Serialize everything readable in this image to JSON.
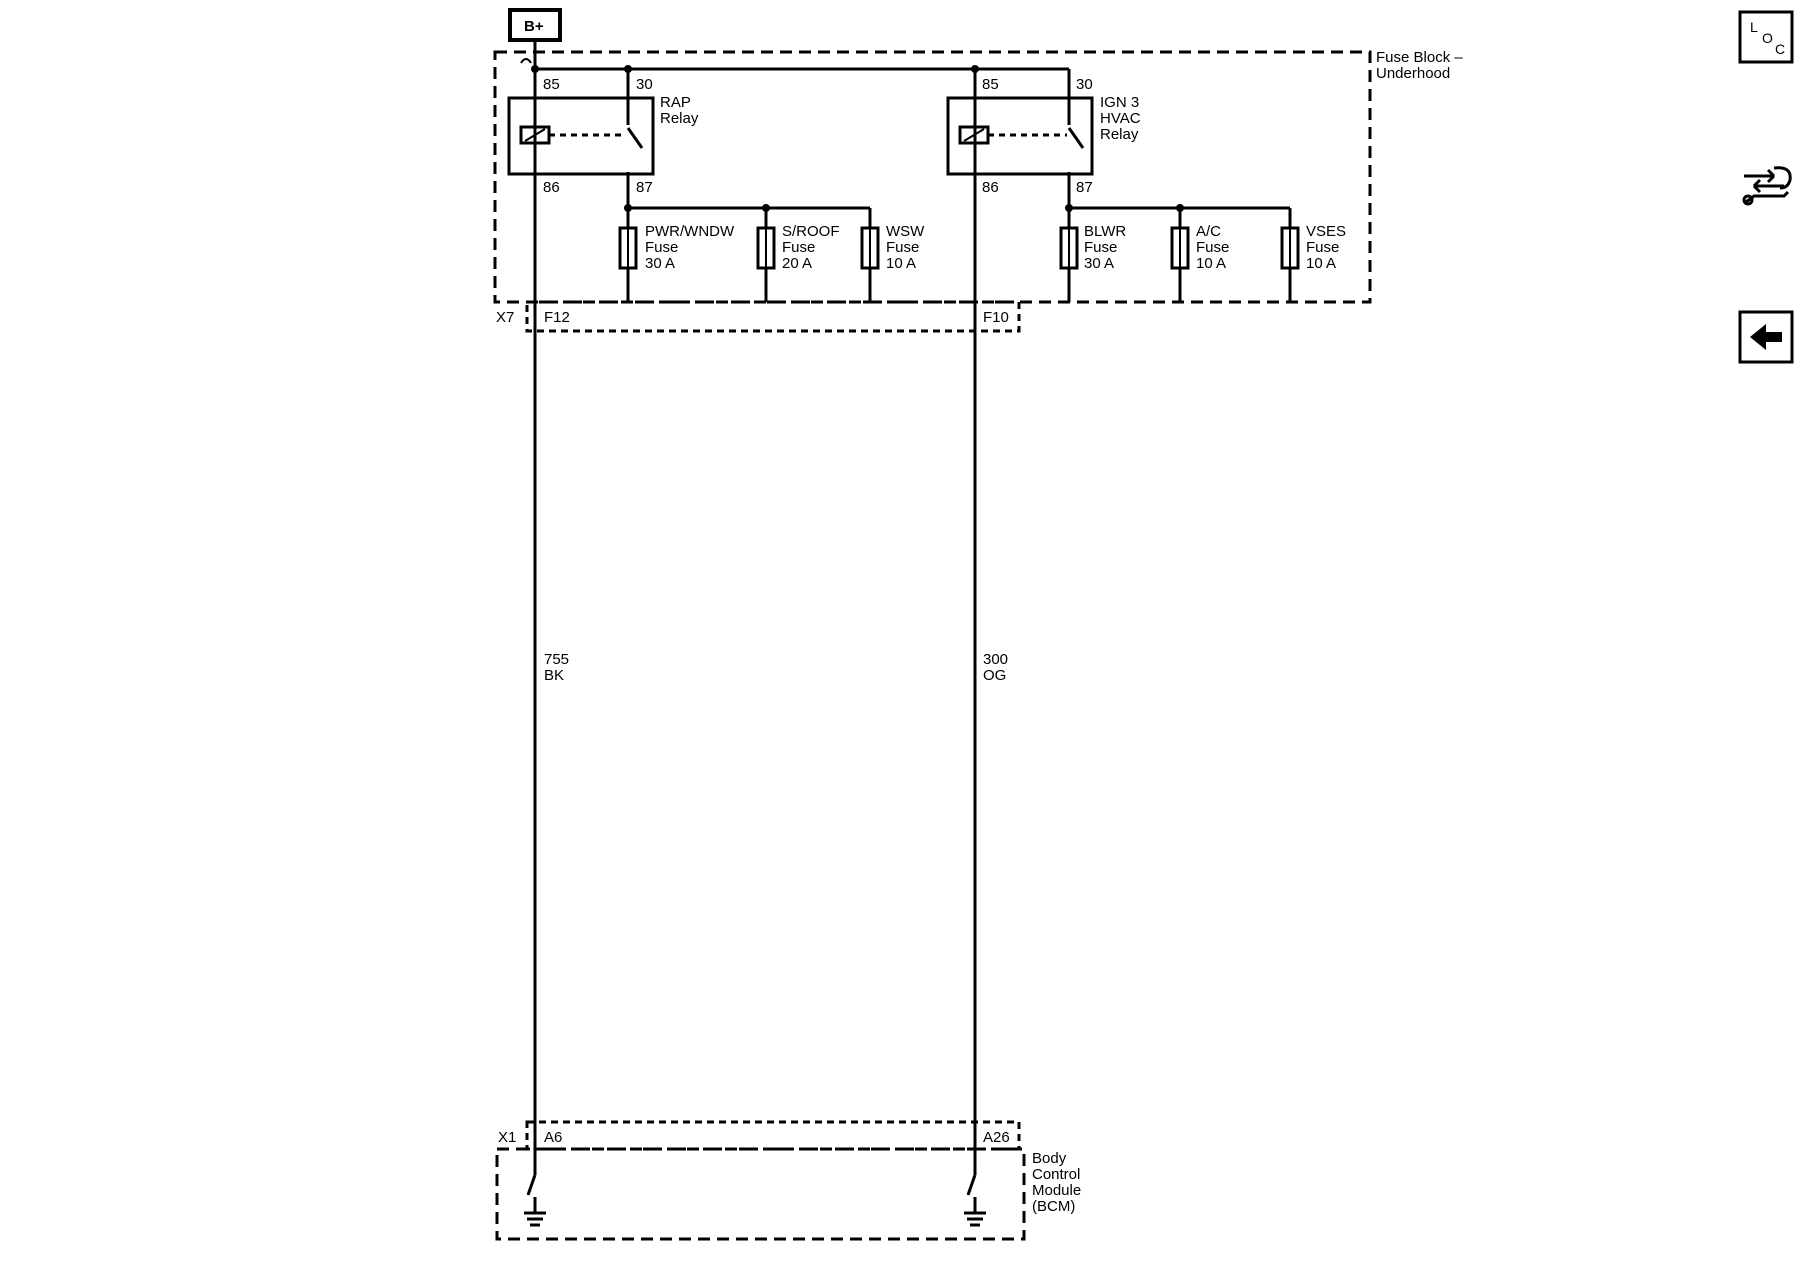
{
  "power_source": "B+",
  "fuse_block": {
    "line1": "Fuse Block –",
    "line2": "Underhood",
    "connector": "X7"
  },
  "relays": [
    {
      "name_lines": [
        "RAP",
        "Relay"
      ],
      "pins": {
        "p85": "85",
        "p30": "30",
        "p86": "86",
        "p87": "87"
      }
    },
    {
      "name_lines": [
        "IGN 3",
        "HVAC",
        "Relay"
      ],
      "pins": {
        "p85": "85",
        "p30": "30",
        "p86": "86",
        "p87": "87"
      }
    }
  ],
  "fuses": [
    {
      "name": "PWR/WNDW",
      "type": "Fuse",
      "rating": "30 A"
    },
    {
      "name": "S/ROOF",
      "type": "Fuse",
      "rating": "20 A"
    },
    {
      "name": "WSW",
      "type": "Fuse",
      "rating": "10 A"
    },
    {
      "name": "BLWR",
      "type": "Fuse",
      "rating": "30 A"
    },
    {
      "name": "A/C",
      "type": "Fuse",
      "rating": "10 A"
    },
    {
      "name": "VSES",
      "type": "Fuse",
      "rating": "10 A"
    }
  ],
  "fuse_block_pins": [
    "F12",
    "F10"
  ],
  "wires": [
    {
      "circuit": "755",
      "color": "BK"
    },
    {
      "circuit": "300",
      "color": "OG"
    }
  ],
  "bcm": {
    "connector": "X1",
    "pins": [
      "A6",
      "A26"
    ],
    "name_lines": [
      "Body",
      "Control",
      "Module",
      "(BCM)"
    ]
  },
  "sidebar": {
    "loc": {
      "l": "L",
      "o": "O",
      "c": "C"
    }
  }
}
